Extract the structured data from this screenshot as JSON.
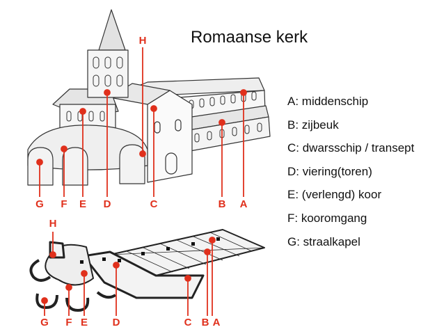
{
  "title": "Romaanse kerk",
  "legend": [
    "A: middenschip",
    "B: zijbeuk",
    "C: dwarsschip / transept",
    "D: viering(toren)",
    "E: (verlengd) koor",
    "F: kooromgang",
    "G: straalkapel"
  ],
  "letters": {
    "a": "A",
    "b": "B",
    "c": "C",
    "d": "D",
    "e": "E",
    "f": "F",
    "g": "G",
    "h": "H"
  },
  "colors": {
    "marker": "#e0301c",
    "ink": "#222222",
    "background": "#ffffff"
  }
}
